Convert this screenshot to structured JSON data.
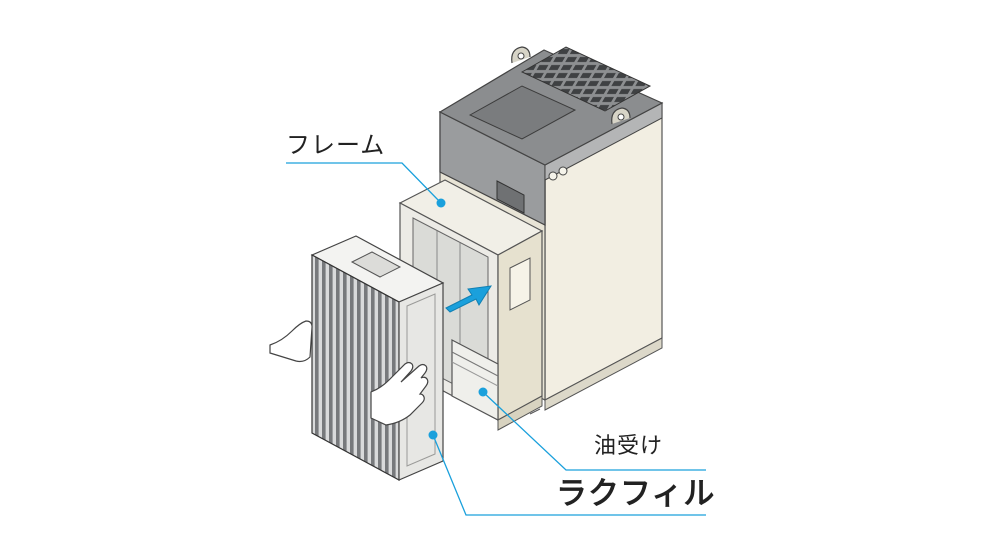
{
  "labels": {
    "frame": "フレーム",
    "oil_pan": "油受け",
    "filter": "ラクフィル"
  },
  "colors": {
    "unit_body": "#f1ede0",
    "unit_top": "#8d8f91",
    "frame": "#e9e9e5",
    "filter_fins": "#7a7c7f",
    "arrow": "#1aa0dc",
    "leader_line": "#1aa0dc",
    "leader_dot": "#1aa0dc"
  },
  "icons": [
    "hand-icon",
    "insert-arrow-icon",
    "leader-dot-icon"
  ]
}
